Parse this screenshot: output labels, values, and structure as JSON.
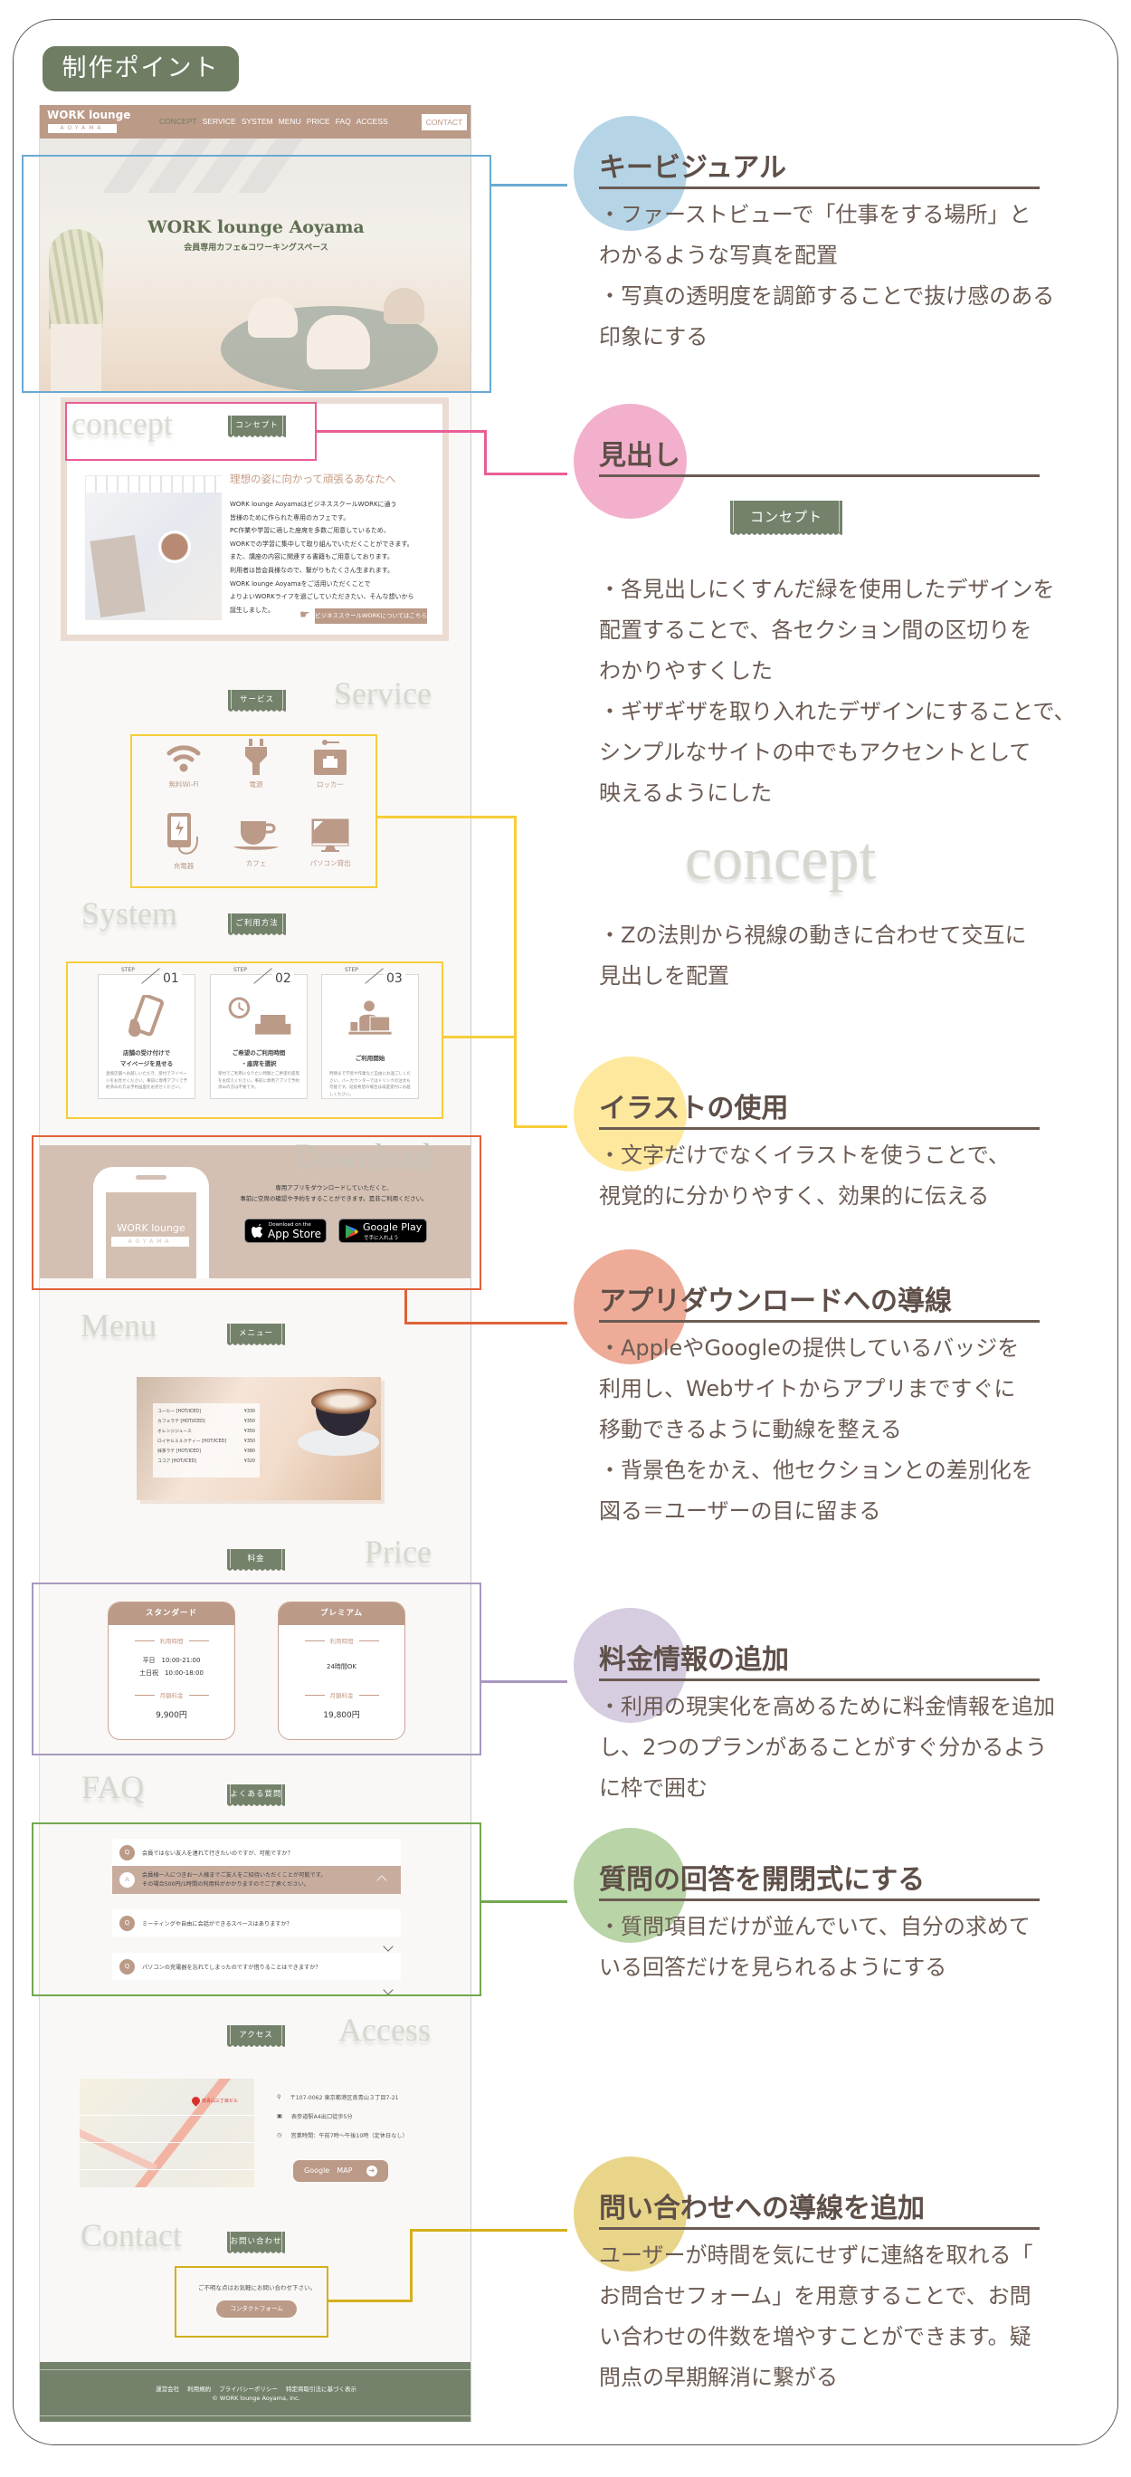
{
  "heading": "制作ポイント",
  "site": {
    "logo": {
      "main": "WORK lounge",
      "sub": "AOYAMA"
    },
    "nav": [
      "CONCEPT",
      "SERVICE",
      "SYSTEM",
      "MENU",
      "PRICE",
      "FAQ",
      "ACCESS"
    ],
    "contact_btn": "CONTACT",
    "hero": {
      "title": "WORK lounge Aoyama",
      "subtitle": "会員専用カフェ&コワーキングスペース"
    },
    "concept": {
      "en": "concept",
      "label": "コンセプト",
      "heading": "理想の姿に向かって頑張るあなたへ",
      "body": [
        "WORK lounge AoyamaはビジネススクールWORKに通う",
        "皆様のために作られた専用のカフェです。",
        "PC作業や学習に適した座席を多数ご用意しているため、",
        "WORKでの学習に集中して取り組んでいただくことができます。",
        "また、講座の内容に関連する書籍もご用意しております。",
        "利用者は皆会員様なので、繋がりもたくさん生まれます。",
        "WORK lounge Aoyamaをご活用いただくことで",
        "よりよいWORKライフを過ごしていただきたい、そんな想いから",
        "誕生しました。"
      ],
      "button": "ビジネススクールWORKについてはこちら"
    },
    "service": {
      "en": "Service",
      "label": "サービス",
      "items": [
        "無料Wi-Fi",
        "電源",
        "ロッカー",
        "充電器",
        "カフェ",
        "パソコン貸出"
      ]
    },
    "system": {
      "en": "System",
      "label": "ご利用方法",
      "steps": [
        {
          "step": "STEP",
          "num": "01",
          "title": [
            "店舗の受け付けで",
            "マイページを見せる"
          ],
          "desc": "直接店舗へお越しいただき、受付でマイページをお見せください。事前に専用アプリで予約済みの方は予約画面をお見せください。"
        },
        {
          "step": "STEP",
          "num": "02",
          "title": [
            "ご希望のご利用時間",
            "・座席を選択"
          ],
          "desc": "受付でご利用になりたい時間とご希望の座席をお伝えください。事前に専用アプリで予約済みの方は不要です。"
        },
        {
          "step": "STEP",
          "num": "03",
          "title": [
            "ご利用開始",
            ""
          ],
          "desc": "時間まで学習や作業など自由にお過ごしください。バーカウンターではドリンクの注文も可能です。延長希望の場合は再度受付にお越しください。"
        }
      ]
    },
    "download": {
      "en": "Download",
      "text": [
        "専用アプリをダウンロードしていただくと、",
        "事前に空席の確認や予約をすることができます。是非ご利用ください。"
      ],
      "appstore": {
        "small": "Download on the",
        "big": "App Store"
      },
      "googleplay": {
        "big": "Google Play",
        "small": "で手に入れよう"
      }
    },
    "menu": {
      "en": "Menu",
      "label": "メニュー",
      "items": [
        {
          "name": "コーヒー [HOT/ICED]",
          "price": "¥330"
        },
        {
          "name": "カフェラテ [HOT/ICED]",
          "price": "¥350"
        },
        {
          "name": "オレンジジュース",
          "price": "¥350"
        },
        {
          "name": "ロイヤルミルクティー [HOT/ICED]",
          "price": "¥350"
        },
        {
          "name": "抹茶ラテ [HOT/ICED]",
          "price": "¥380"
        },
        {
          "name": "ココア [HOT/ICED]",
          "price": "¥320"
        }
      ]
    },
    "price": {
      "en": "Price",
      "label": "料金",
      "plans": [
        {
          "name": "スタンダード",
          "hours_label": "利用時間",
          "hours": [
            "平日　10:00-21:00",
            "土日祝　10:00-18:00"
          ],
          "fee_label": "月額料金",
          "fee": "9,900円"
        },
        {
          "name": "プレミアム",
          "hours_label": "利用時間",
          "hours": [
            "24時間OK"
          ],
          "fee_label": "月額料金",
          "fee": "19,800円"
        }
      ]
    },
    "faq": {
      "en": "FAQ",
      "label": "よくある質問",
      "q_mark": "Q",
      "a_mark": "A",
      "items": [
        {
          "q": "会員ではない友人を連れて行きたいのですが、可能ですか？",
          "a": [
            "会員様一人につきお一人様までご友人をご招待いただくことが可能です。",
            "その場合500円/1時間の利用料がかかりますのでご了承ください。"
          ]
        },
        {
          "q": "ミーティングや自由に会話ができるスペースはありますか？"
        },
        {
          "q": "パソコンの充電器を忘れてしまったのですが借りることはできますか？"
        }
      ]
    },
    "access": {
      "en": "Access",
      "label": "アクセス",
      "address": "〒107-0062 東京都港区南青山３丁目7-21",
      "station": "表参道駅A4出口徒歩5分",
      "hours": "営業時間：午前7時〜午後10時（定休日なし）",
      "map_pin": "南青山三丁目ビル",
      "button": "Google　MAP"
    },
    "contact": {
      "en": "Contact",
      "label": "お問い合わせ",
      "text": "ご不明な点はお気軽にお問い合わせ下さい。",
      "button": "コンタクトフォーム"
    },
    "footer": {
      "links": [
        "運営会社",
        "利用規約",
        "プライバシーポリシー",
        "特定商取引法に基づく表示"
      ],
      "copyright": "© WORK lounge Aoyama, inc."
    }
  },
  "annotations": [
    {
      "title": "キービジュアル",
      "color": "#b5d5e7",
      "line": "#6aaad3",
      "body": [
        "・ファーストビューで「仕事をする場所」と",
        "わかるような写真を配置",
        "・写真の透明度を調節することで抜け感のある",
        "印象にする"
      ]
    },
    {
      "title": "見出し",
      "color": "#f3b0cc",
      "line": "#e95e96",
      "sample_label": "コンセプト",
      "sample_en": "concept",
      "body": [
        "・各見出しにくすんだ緑を使用したデザインを",
        "配置することで、各セクション間の区切りを",
        "わかりやすくした",
        "・ギザギザを取り入れたデザインにすることで、",
        "シンプルなサイトの中でもアクセントとして",
        "映えるようにした"
      ],
      "body2": [
        "・Zの法則から視線の動きに合わせて交互に",
        "見出しを配置"
      ]
    },
    {
      "title": "イラストの使用",
      "color": "#fde89e",
      "line": "#f7cd3a",
      "body": [
        "・文字だけでなくイラストを使うことで、",
        "視覚的に分かりやすく、効果的に伝える"
      ]
    },
    {
      "title": "アプリダウンロードへの導線",
      "color": "#eeac98",
      "line": "#e0623a",
      "body": [
        "・AppleやGoogleの提供しているバッジを",
        "利用し、Webサイトからアプリまですぐに",
        "移動できるように動線を整える",
        "・背景色をかえ、他セクションとの差別化を",
        "図る＝ユーザーの目に留まる"
      ]
    },
    {
      "title": "料金情報の追加",
      "color": "#d6cde0",
      "line": "#a898c0",
      "body": [
        "・利用の現実化を高めるために料金情報を追加",
        "し、2つのプランがあることがすぐ分かるよう",
        "に枠で囲む"
      ]
    },
    {
      "title": "質問の回答を開閉式にする",
      "color": "#b9d4a6",
      "line": "#73a84f",
      "body": [
        "・質問項目だけが並んでいて、自分の求めて",
        "いる回答だけを見られるようにする"
      ]
    },
    {
      "title": "問い合わせへの導線を追加",
      "color": "#e8d58a",
      "line": "#d4b01c",
      "body": [
        "ユーザーが時間を気にせずに連絡を取れる「",
        "お問合せフォーム」を用意することで、お問",
        "い合わせの件数を増やすことができます。疑",
        "問点の早期解消に繋がる"
      ]
    }
  ]
}
